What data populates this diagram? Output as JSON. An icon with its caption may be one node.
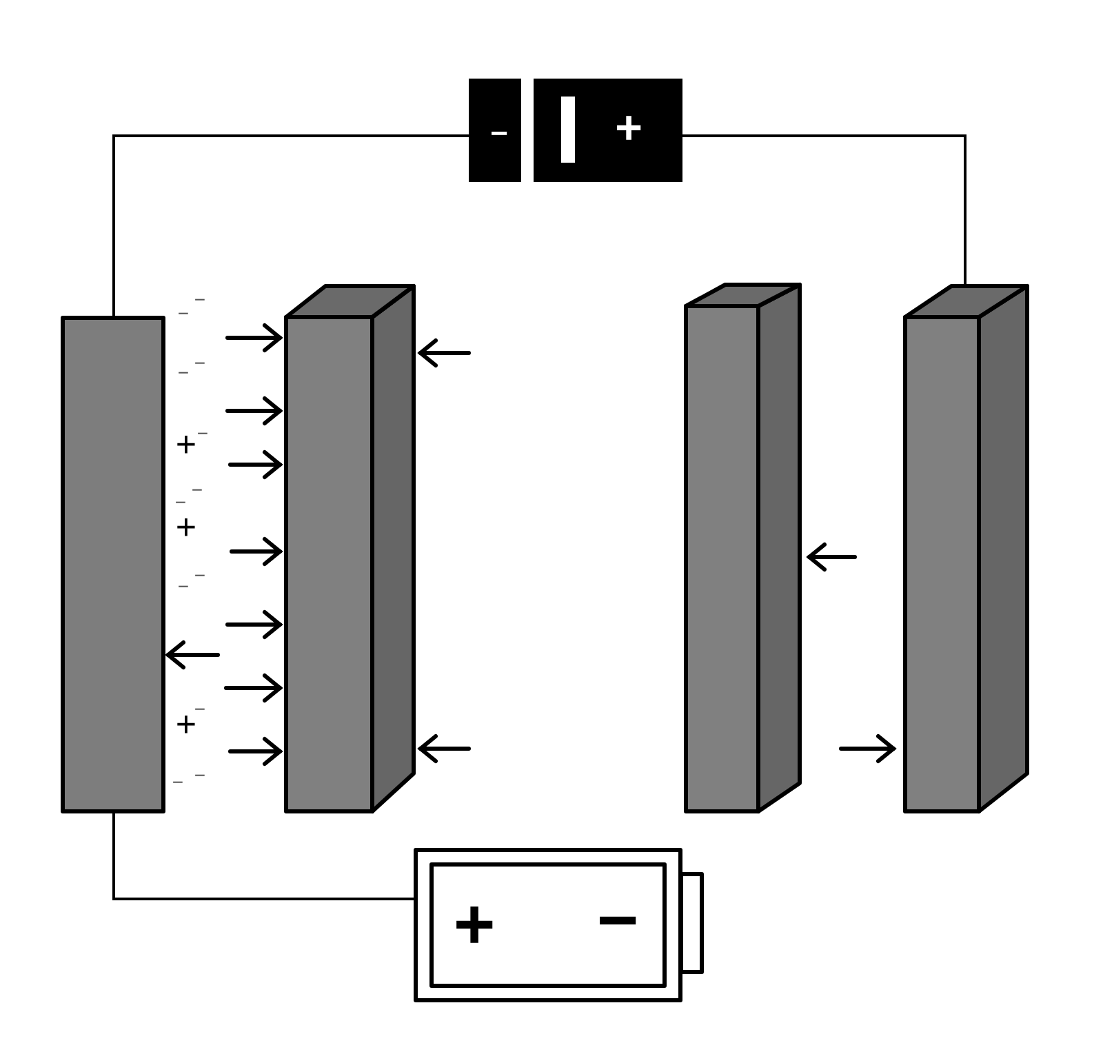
{
  "diagram": {
    "nodes": [
      {
        "text": [
          "−",
          "+"
        ]
      },
      {
        "text": [],
        "shape": "box"
      },
      {
        "text": [],
        "shape": "box"
      },
      {
        "text": [],
        "shape": "box"
      },
      {
        "text": [],
        "shape": "box"
      },
      {
        "text": [
          "+",
          "−"
        ]
      }
    ],
    "edges": [
      {
        "from": 1,
        "to": 0,
        "arrow": "none"
      },
      {
        "from": 0,
        "to": 4,
        "arrow": "none"
      },
      {
        "from": 1,
        "to": 5,
        "arrow": "none"
      }
    ],
    "labels": [
      "−",
      "−",
      "−",
      "−",
      "−",
      "+",
      "−",
      "−",
      "+",
      "−",
      "−",
      "−",
      "+",
      "−",
      "−"
    ]
  }
}
